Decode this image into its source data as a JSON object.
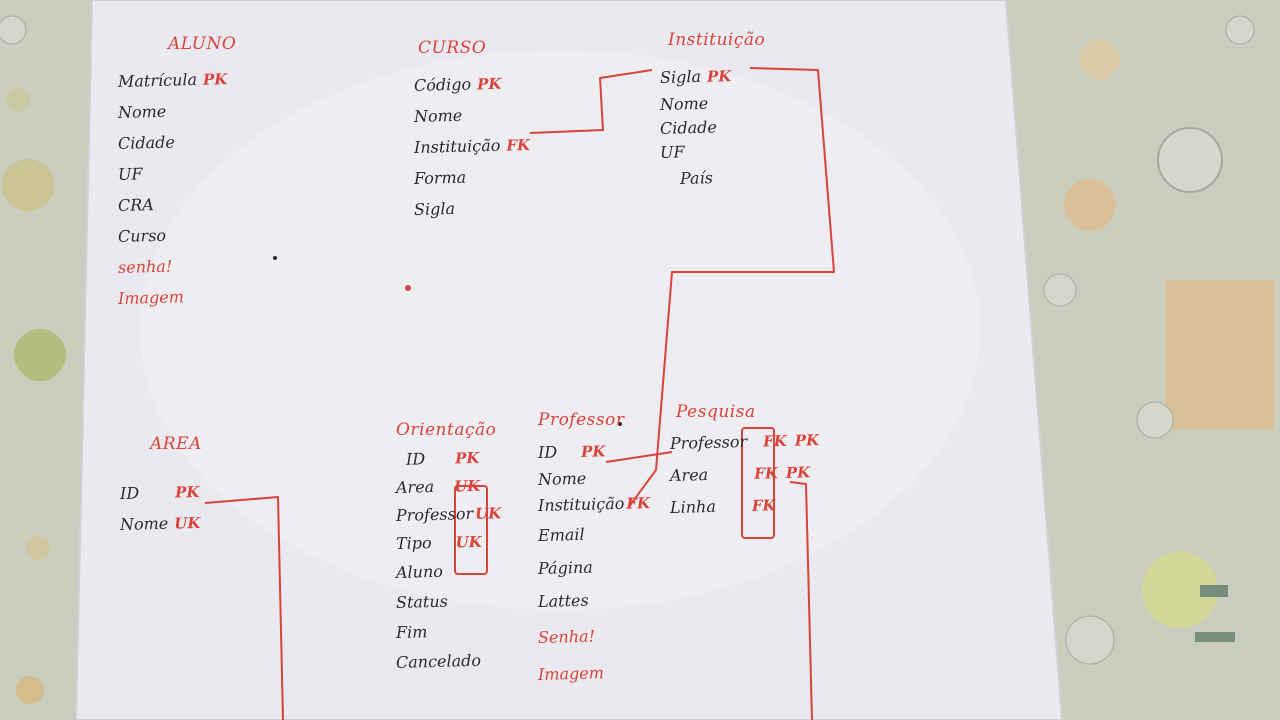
{
  "tables": {
    "aluno": {
      "title": "ALUNO",
      "fields": [
        {
          "name": "Matrícula",
          "key": "PK"
        },
        {
          "name": "Nome",
          "key": ""
        },
        {
          "name": "Cidade",
          "key": ""
        },
        {
          "name": "UF",
          "key": ""
        },
        {
          "name": "CRA",
          "key": ""
        },
        {
          "name": "Curso",
          "key": ""
        },
        {
          "name": "senha!",
          "key": ""
        },
        {
          "name": "Imagem",
          "key": ""
        }
      ]
    },
    "curso": {
      "title": "CURSO",
      "fields": [
        {
          "name": "Código",
          "key": "PK"
        },
        {
          "name": "Nome",
          "key": ""
        },
        {
          "name": "Instituição",
          "key": "FK"
        },
        {
          "name": "Forma",
          "key": ""
        },
        {
          "name": "Sigla",
          "key": ""
        }
      ]
    },
    "instituicao": {
      "title": "Instituição",
      "fields": [
        {
          "name": "Sigla",
          "key": "PK"
        },
        {
          "name": "Nome",
          "key": ""
        },
        {
          "name": "Cidade",
          "key": ""
        },
        {
          "name": "UF",
          "key": ""
        },
        {
          "name": "País",
          "key": ""
        }
      ]
    },
    "area": {
      "title": "AREA",
      "fields": [
        {
          "name": "ID",
          "key": "PK"
        },
        {
          "name": "Nome",
          "key": "UK"
        }
      ]
    },
    "orientacao": {
      "title": "Orientação",
      "fields": [
        {
          "name": "ID",
          "key": "PK"
        },
        {
          "name": "Area",
          "key": "UK"
        },
        {
          "name": "Professor",
          "key": "UK"
        },
        {
          "name": "Tipo",
          "key": "UK"
        },
        {
          "name": "Aluno",
          "key": ""
        },
        {
          "name": "Status",
          "key": ""
        },
        {
          "name": "Fim",
          "key": ""
        },
        {
          "name": "Cancelado",
          "key": ""
        }
      ]
    },
    "professor": {
      "title": "Professor",
      "fields": [
        {
          "name": "ID",
          "key": "PK"
        },
        {
          "name": "Nome",
          "key": ""
        },
        {
          "name": "Instituição",
          "key": "FK"
        },
        {
          "name": "Email",
          "key": ""
        },
        {
          "name": "Página",
          "key": ""
        },
        {
          "name": "Lattes",
          "key": ""
        },
        {
          "name": "Senha!",
          "key": ""
        },
        {
          "name": "Imagem",
          "key": ""
        }
      ]
    },
    "pesquisa": {
      "title": "Pesquisa",
      "fields": [
        {
          "name": "Professor",
          "key": "FK"
        },
        {
          "name": "Area",
          "key": "FK"
        },
        {
          "name": "Linha",
          "key": "FK"
        }
      ],
      "composite_key": [
        "PK",
        "PK"
      ]
    }
  },
  "colors": {
    "paper": "#e9e9ef",
    "ink": "#2b2b2e",
    "red_ink": "#d9433a",
    "fabric": "#c9cdbd"
  }
}
